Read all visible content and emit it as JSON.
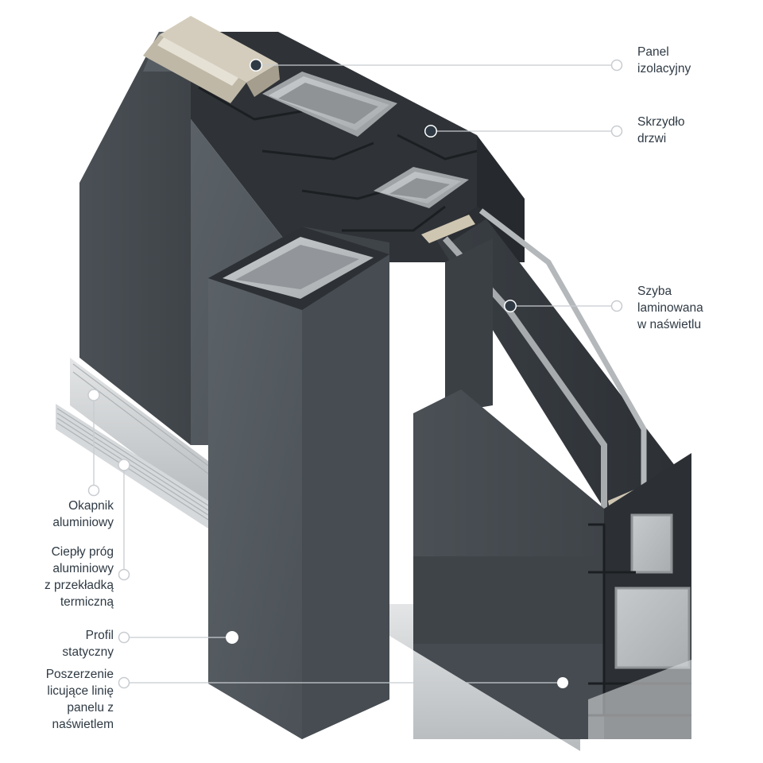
{
  "colors": {
    "frame_dark": "#454b51",
    "frame_mid": "#50575d",
    "frame_light": "#5c6369",
    "profile_black": "#2a2e32",
    "steel_core": "#b9bdc0",
    "aluminium": "#cfd2d4",
    "insulation": "#cdc7b8",
    "glass_edge": "#a9adb0",
    "leader_line": "#c8ccd0",
    "label_text": "#2f3a44"
  },
  "labels": {
    "panel_izolacyjny": [
      "Panel",
      "izolacyjny"
    ],
    "skrzydlo_drzwi": [
      "Skrzydło",
      "drzwi"
    ],
    "szyba_laminowana": [
      "Szyba",
      "laminowana",
      "w naświetlu"
    ],
    "okapnik": [
      "Okapnik",
      "aluminiowy"
    ],
    "cieply_prog": [
      "Ciepły próg",
      "aluminiowy",
      "z przekładką",
      "termiczną"
    ],
    "profil_statyczny": [
      "Profil",
      "statyczny"
    ],
    "poszerzenie": [
      "Poszerzenie",
      "licujące linię",
      "panelu z",
      "naświetlem"
    ]
  }
}
